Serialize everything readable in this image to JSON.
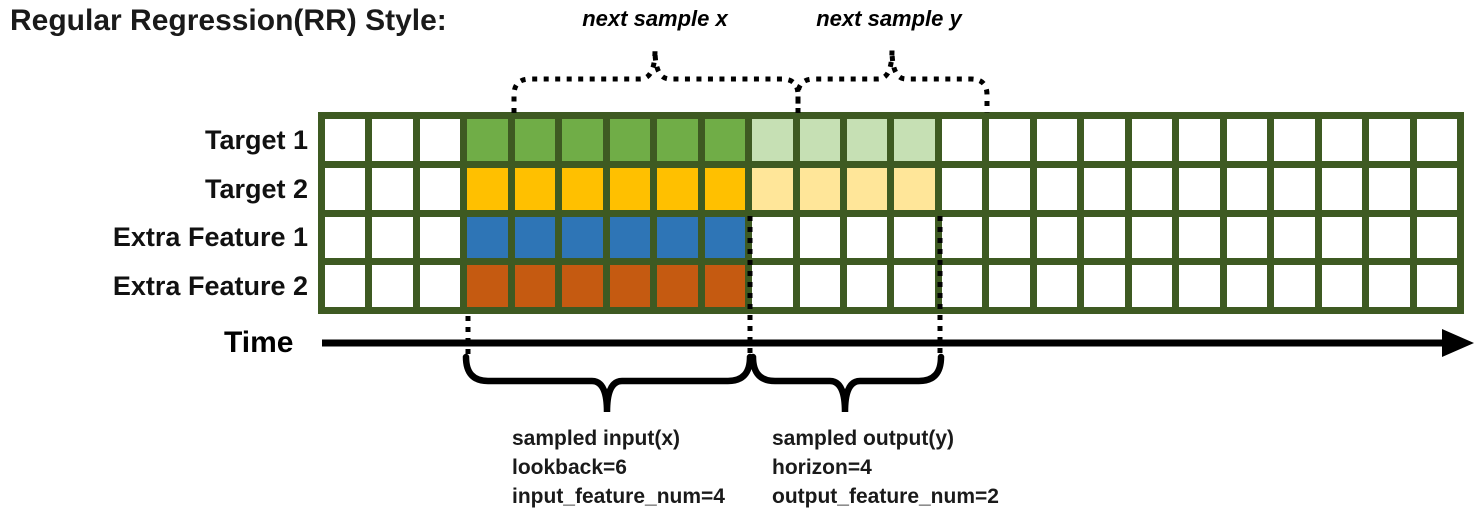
{
  "title": "Regular Regression(RR) Style:",
  "palette": {
    "grid_border": "#3E5A22",
    "empty_cell": "#FFFFFF",
    "annotation": "#000000",
    "target1_lookback": "#70AD47",
    "target1_horizon": "#C6E0B4",
    "target2_lookback": "#FFC000",
    "target2_horizon": "#FFE699",
    "feature1_lookback": "#2E75B6",
    "feature2_lookback": "#C55A11"
  },
  "grid": {
    "columns": 24,
    "lookback_start_col": 3,
    "lookback_length": 6,
    "horizon_length": 4,
    "rows": [
      {
        "label": "Target 1",
        "lookback_color": "#70AD47",
        "horizon_color": "#C6E0B4"
      },
      {
        "label": "Target 2",
        "lookback_color": "#FFC000",
        "horizon_color": "#FFE699"
      },
      {
        "label": "Extra Feature 1",
        "lookback_color": "#2E75B6",
        "horizon_color": ""
      },
      {
        "label": "Extra Feature 2",
        "lookback_color": "#C55A11",
        "horizon_color": ""
      }
    ]
  },
  "annotations": {
    "next_sample_x": "next sample x",
    "next_sample_y": "next sample y",
    "time_label": "Time",
    "input_lines": [
      "sampled input(x)",
      "lookback=6",
      "input_feature_num=4"
    ],
    "output_lines": [
      "sampled output(y)",
      "horizon=4",
      "output_feature_num=2"
    ]
  }
}
